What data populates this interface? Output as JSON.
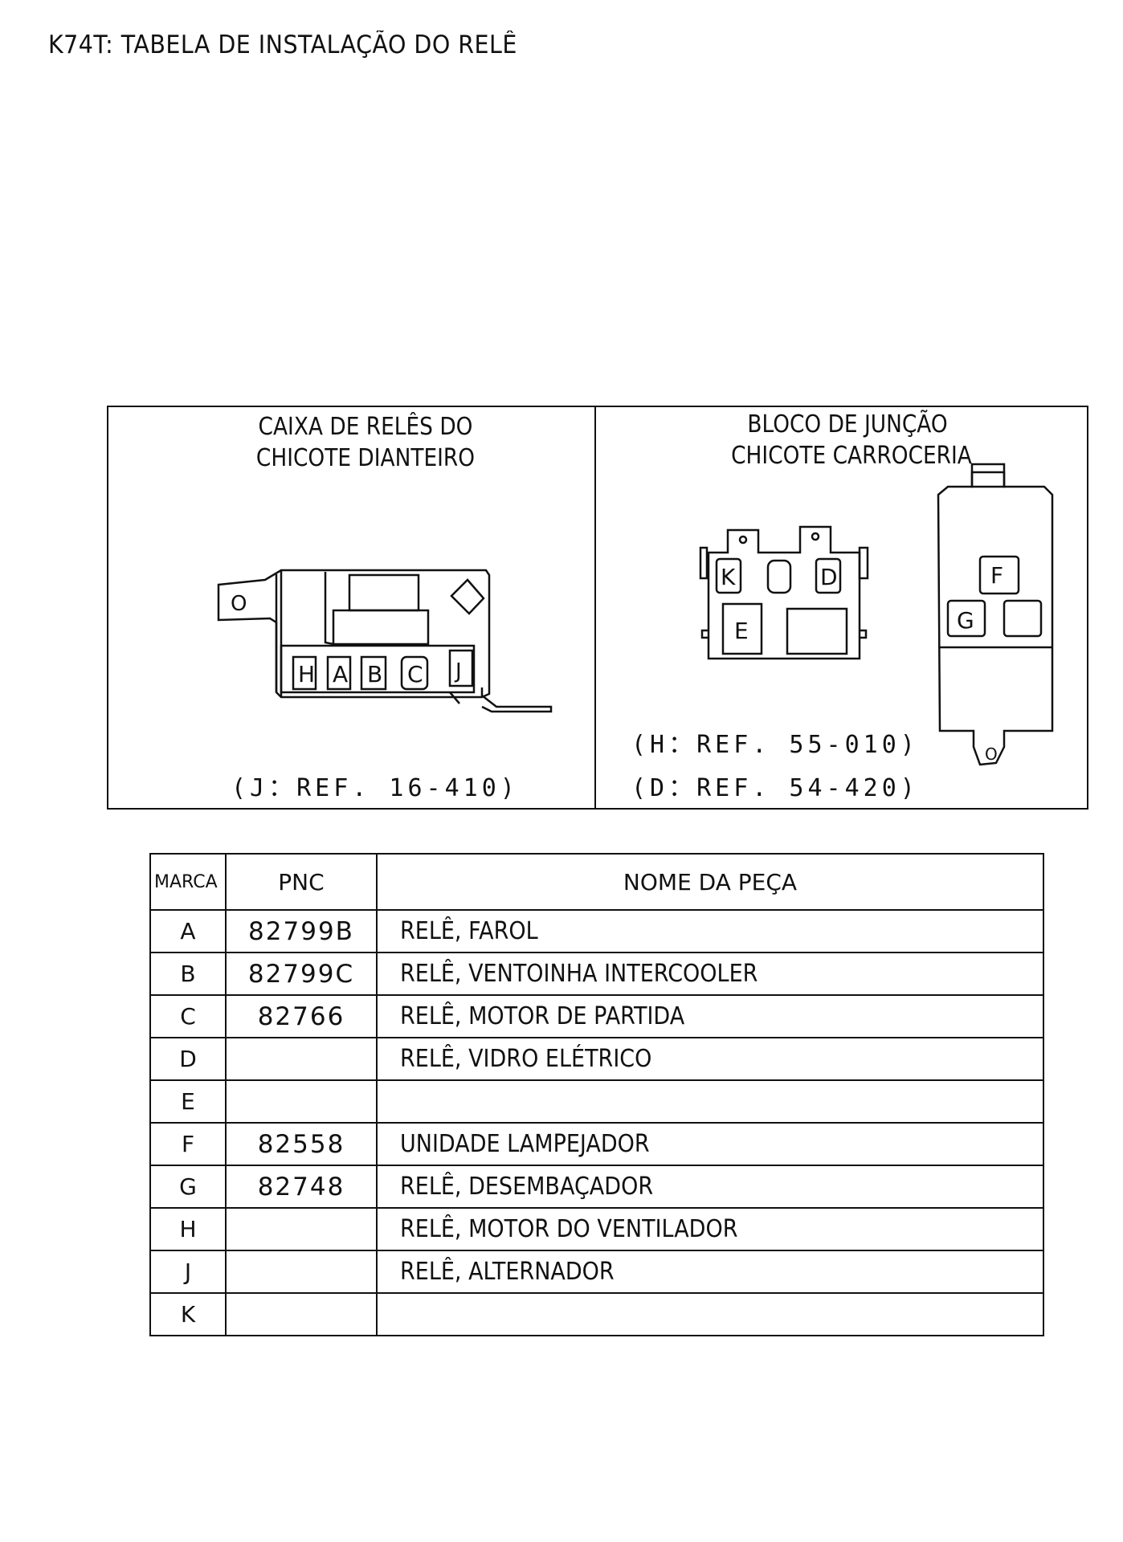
{
  "page": {
    "title": "K74T: TABELA DE INSTALAÇÃO DO RELÊ"
  },
  "diagram": {
    "left_panel": {
      "title_line1": "CAIXA DE RELÊS DO",
      "title_line2": "CHICOTE DIANTEIRO",
      "slot_labels": [
        "H",
        "A",
        "B",
        "C",
        "J"
      ],
      "mount_label": "O",
      "ref": "(J：REF. 16-410)"
    },
    "right_panel": {
      "title_line1": "BLOCO DE JUNÇÃO",
      "title_line2": "CHICOTE CARROCERIA",
      "junction_labels": [
        "K",
        "D",
        "E"
      ],
      "side_block_labels": [
        "F",
        "G"
      ],
      "mount_label": "O",
      "ref_h": "(H：REF. 55-010)",
      "ref_d": "(D：REF. 54-420)"
    }
  },
  "table": {
    "headers": {
      "mark": "MARCA",
      "pnc": "PNC",
      "name": "NOME DA PEÇA"
    },
    "rows": [
      {
        "mark": "A",
        "pnc": "82799B",
        "name": "RELÊ, FAROL"
      },
      {
        "mark": "B",
        "pnc": "82799C",
        "name": "RELÊ, VENTOINHA INTERCOOLER"
      },
      {
        "mark": "C",
        "pnc": "82766",
        "name": "RELÊ, MOTOR DE PARTIDA"
      },
      {
        "mark": "D",
        "pnc": "",
        "name": "RELÊ, VIDRO ELÉTRICO"
      },
      {
        "mark": "E",
        "pnc": "",
        "name": ""
      },
      {
        "mark": "F",
        "pnc": "82558",
        "name": "UNIDADE LAMPEJADOR"
      },
      {
        "mark": "G",
        "pnc": "82748",
        "name": "RELÊ, DESEMBAÇADOR"
      },
      {
        "mark": "H",
        "pnc": "",
        "name": "RELÊ, MOTOR DO VENTILADOR"
      },
      {
        "mark": "J",
        "pnc": "",
        "name": "RELÊ, ALTERNADOR"
      },
      {
        "mark": "K",
        "pnc": "",
        "name": ""
      }
    ]
  }
}
